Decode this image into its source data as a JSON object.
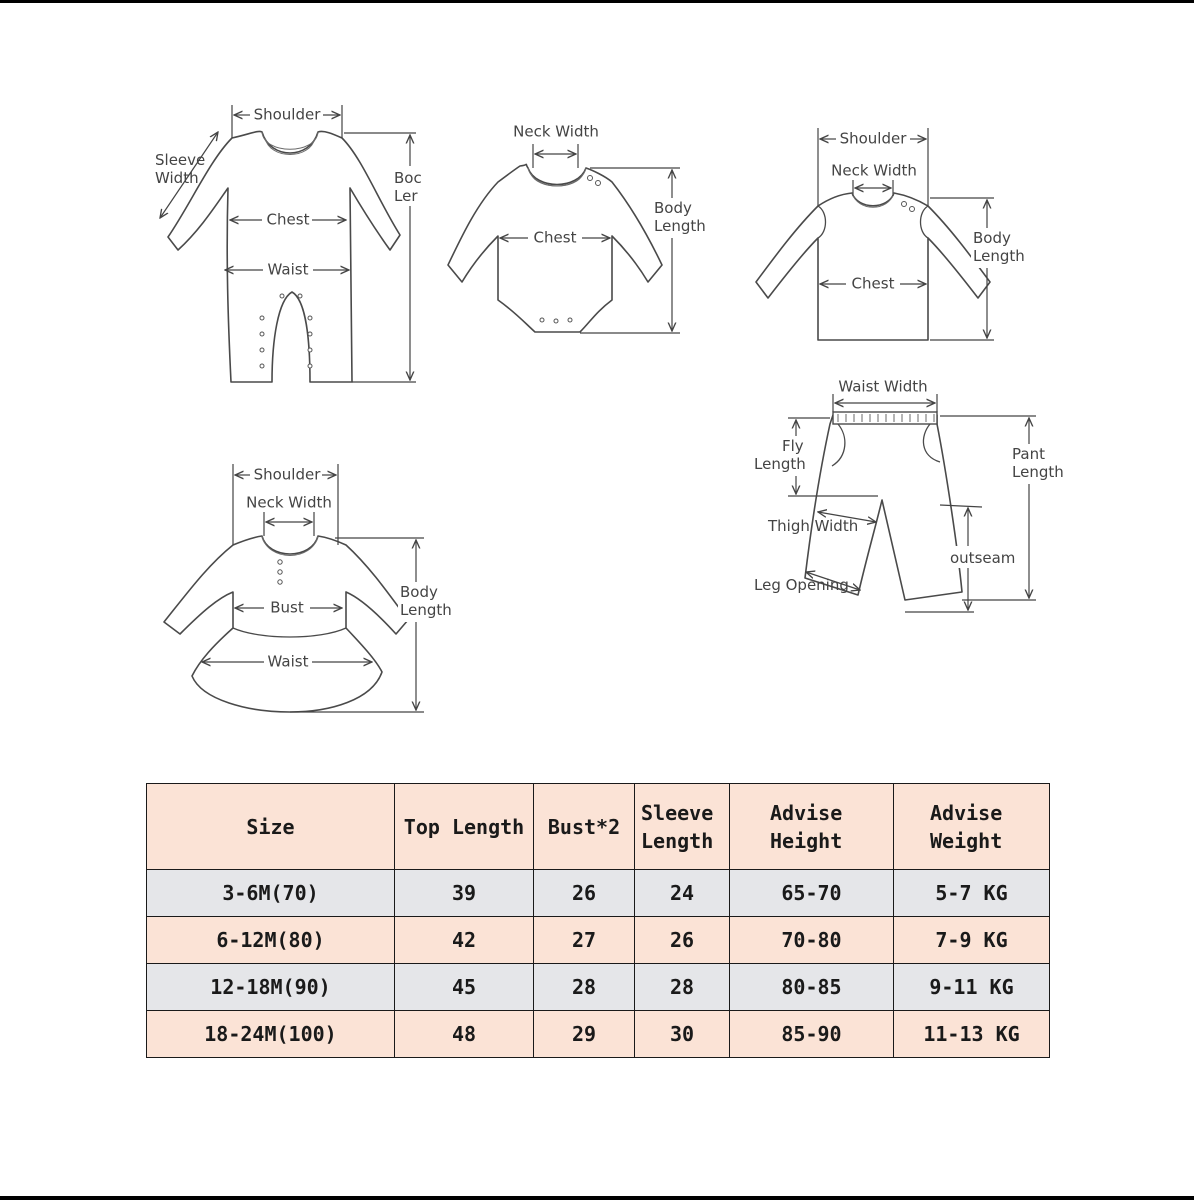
{
  "diagrams": {
    "romper": {
      "shoulder": "Shoulder",
      "sleeve_width_1": "Sleeve",
      "sleeve_width_2": "Width",
      "chest": "Chest",
      "waist": "Waist",
      "body_length_1": "Boc",
      "body_length_2": "Ler"
    },
    "bodysuit": {
      "neck_width": "Neck Width",
      "chest": "Chest",
      "body_length_1": "Body",
      "body_length_2": "Length"
    },
    "top": {
      "shoulder": "Shoulder",
      "neck_width": "Neck Width",
      "chest": "Chest",
      "body_length_1": "Body",
      "body_length_2": "Length"
    },
    "dress": {
      "shoulder": "Shoulder",
      "neck_width": "Neck Width",
      "bust": "Bust",
      "waist": "Waist",
      "body_length_1": "Body",
      "body_length_2": "Length"
    },
    "pants": {
      "waist_width": "Waist Width",
      "fly_length_1": "Fly",
      "fly_length_2": "Length",
      "pant_length_1": "Pant",
      "pant_length_2": "Length",
      "thigh_width": "Thigh Width",
      "outseam": "outseam",
      "leg_opening": "Leg Opening"
    }
  },
  "table": {
    "headers": {
      "size": "Size",
      "top_length": "Top Length",
      "bust": "Bust*2",
      "sleeve_1": "Sleeve",
      "sleeve_2": "Length",
      "height_1": "Advise",
      "height_2": "Height",
      "weight_1": "Advise",
      "weight_2": "Weight"
    },
    "rows": [
      [
        "3-6M(70)",
        "39",
        "26",
        "24",
        "65-70",
        "5-7 KG"
      ],
      [
        "6-12M(80)",
        "42",
        "27",
        "26",
        "70-80",
        "7-9 KG"
      ],
      [
        "12-18M(90)",
        "45",
        "28",
        "28",
        "80-85",
        "9-11 KG"
      ],
      [
        "18-24M(100)",
        "48",
        "29",
        "30",
        "85-90",
        "11-13 KG"
      ]
    ],
    "colors": {
      "header_bg": "#fbe3d6",
      "row_odd_bg": "#e5e6e9",
      "row_even_bg": "#fbe3d6",
      "border": "#1a1a1a"
    }
  }
}
